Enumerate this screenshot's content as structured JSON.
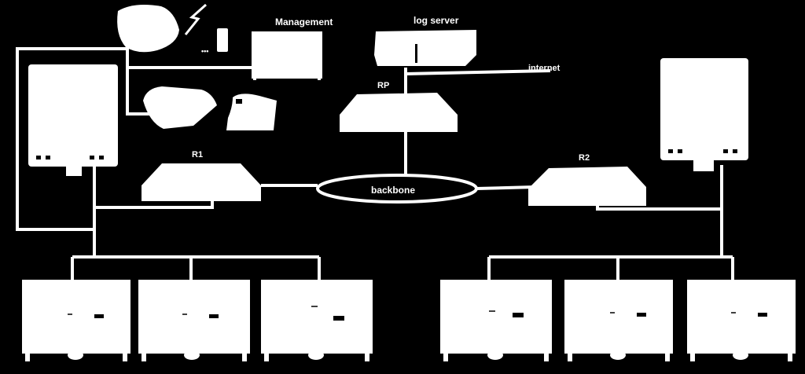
{
  "labels": {
    "management": "Management",
    "log_server": "log server",
    "internet": "internet",
    "rp": "RP",
    "r1": "R1",
    "r2": "R2",
    "backbone": "backbone"
  },
  "colors": {
    "background": "#000000",
    "foreground": "#ffffff"
  },
  "icons": {
    "access_point": "wireless-access-point-icon",
    "mobile": "mobile-phone-icon",
    "management_station": "management-station-icon",
    "log_server": "server-icon",
    "router": "router-icon",
    "switch_tower": "switch-tower-icon",
    "host": "host-computer-icon",
    "telephone": "telephone-icon",
    "modem": "modem-icon"
  }
}
